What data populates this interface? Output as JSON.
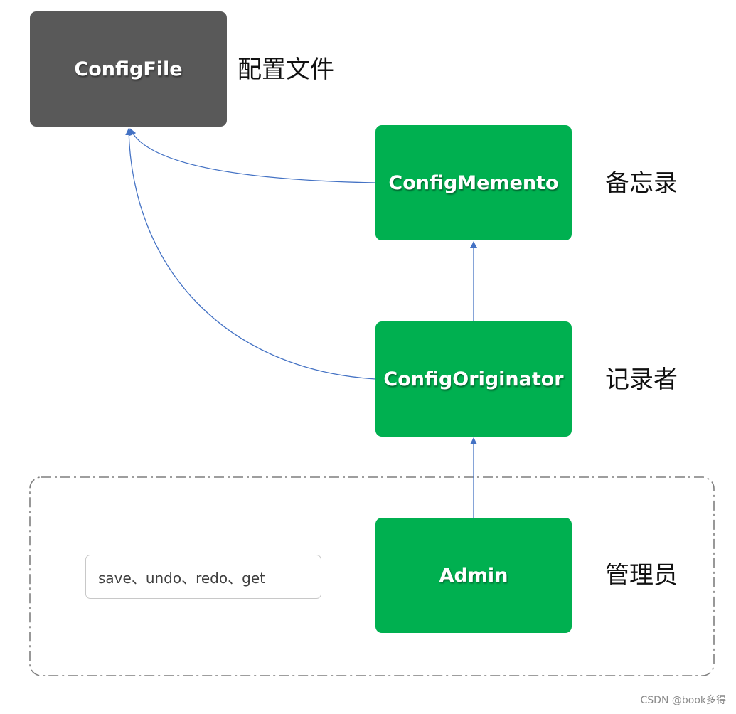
{
  "nodes": {
    "config_file": "ConfigFile",
    "config_memento": "ConfigMemento",
    "config_originator": "ConfigOriginator",
    "admin": "Admin"
  },
  "labels": {
    "config_file": "配置文件",
    "config_memento": "备忘录",
    "config_originator": "记录者",
    "admin": "管理员"
  },
  "operations": "save、undo、redo、get",
  "watermark": "CSDN @book多得",
  "colors": {
    "dark_box": "#595959",
    "green_box": "#00b050",
    "connector": "#4472c4",
    "group_border": "#7f7f7f"
  }
}
